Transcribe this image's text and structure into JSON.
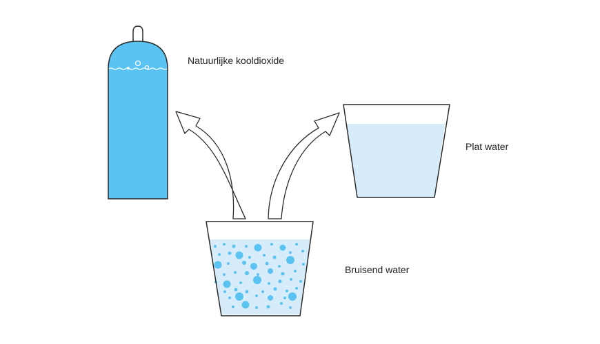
{
  "labels": {
    "co2": "Natuurlijke kooldioxide",
    "plat_water": "Plat water",
    "bruisend_water": "Bruisend water"
  },
  "colors": {
    "outline": "#2a2a2a",
    "cylinder_blue": "#5bc3f1",
    "water_light": "#d6ecfa",
    "bubble_blue": "#5bc3f1"
  },
  "icons": [
    "gas-cylinder-icon",
    "glass-plain-water-icon",
    "glass-sparkling-water-icon",
    "curved-arrow-icon"
  ]
}
